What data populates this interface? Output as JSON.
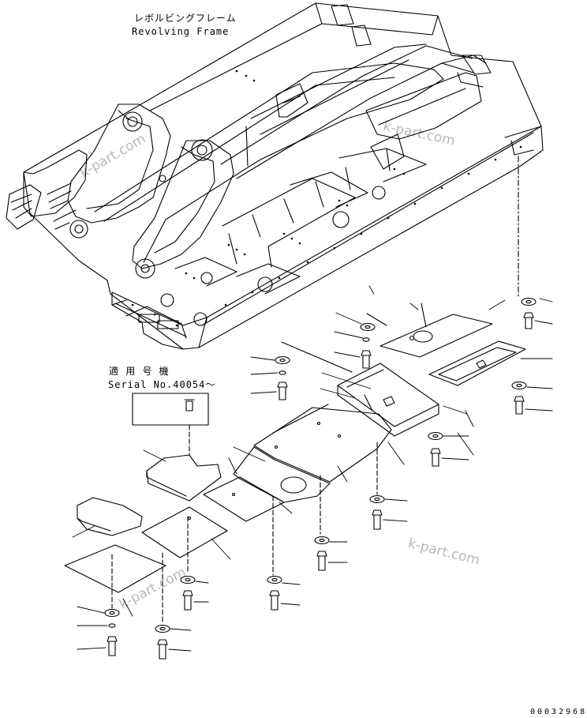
{
  "title_jp": "レボルビングフレーム",
  "title_en": "Revolving Frame",
  "serial_jp": "適 用 号 機",
  "serial_label": "Serial No.40054～",
  "watermark": "k-part.com",
  "doc_number": "00032968"
}
